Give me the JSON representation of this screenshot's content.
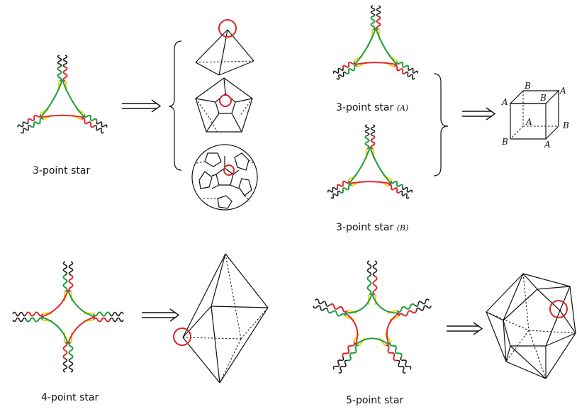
{
  "labels": {
    "star3": "3-point star",
    "star3a_main": "3-point star",
    "star3a_sub": "(A)",
    "star3b_main": "3-point star",
    "star3b_sub": "(B)",
    "star4": "4-point star",
    "star5": "5-point star"
  },
  "cube_vertex_labels": {
    "top_back_left": "B",
    "top_front_right": "B",
    "top_back_right": "A",
    "top_front_left": "A",
    "bottom_inner": "A",
    "bottom_right": "B",
    "bottom_left": "B",
    "bottom_front": "A"
  },
  "colors": {
    "strand_green": "#1e9e3a",
    "strand_red": "#e0282e",
    "strand_yellow": "#f2d61c",
    "strand_black": "#1a1a1a",
    "highlight_ring": "#d62728"
  }
}
